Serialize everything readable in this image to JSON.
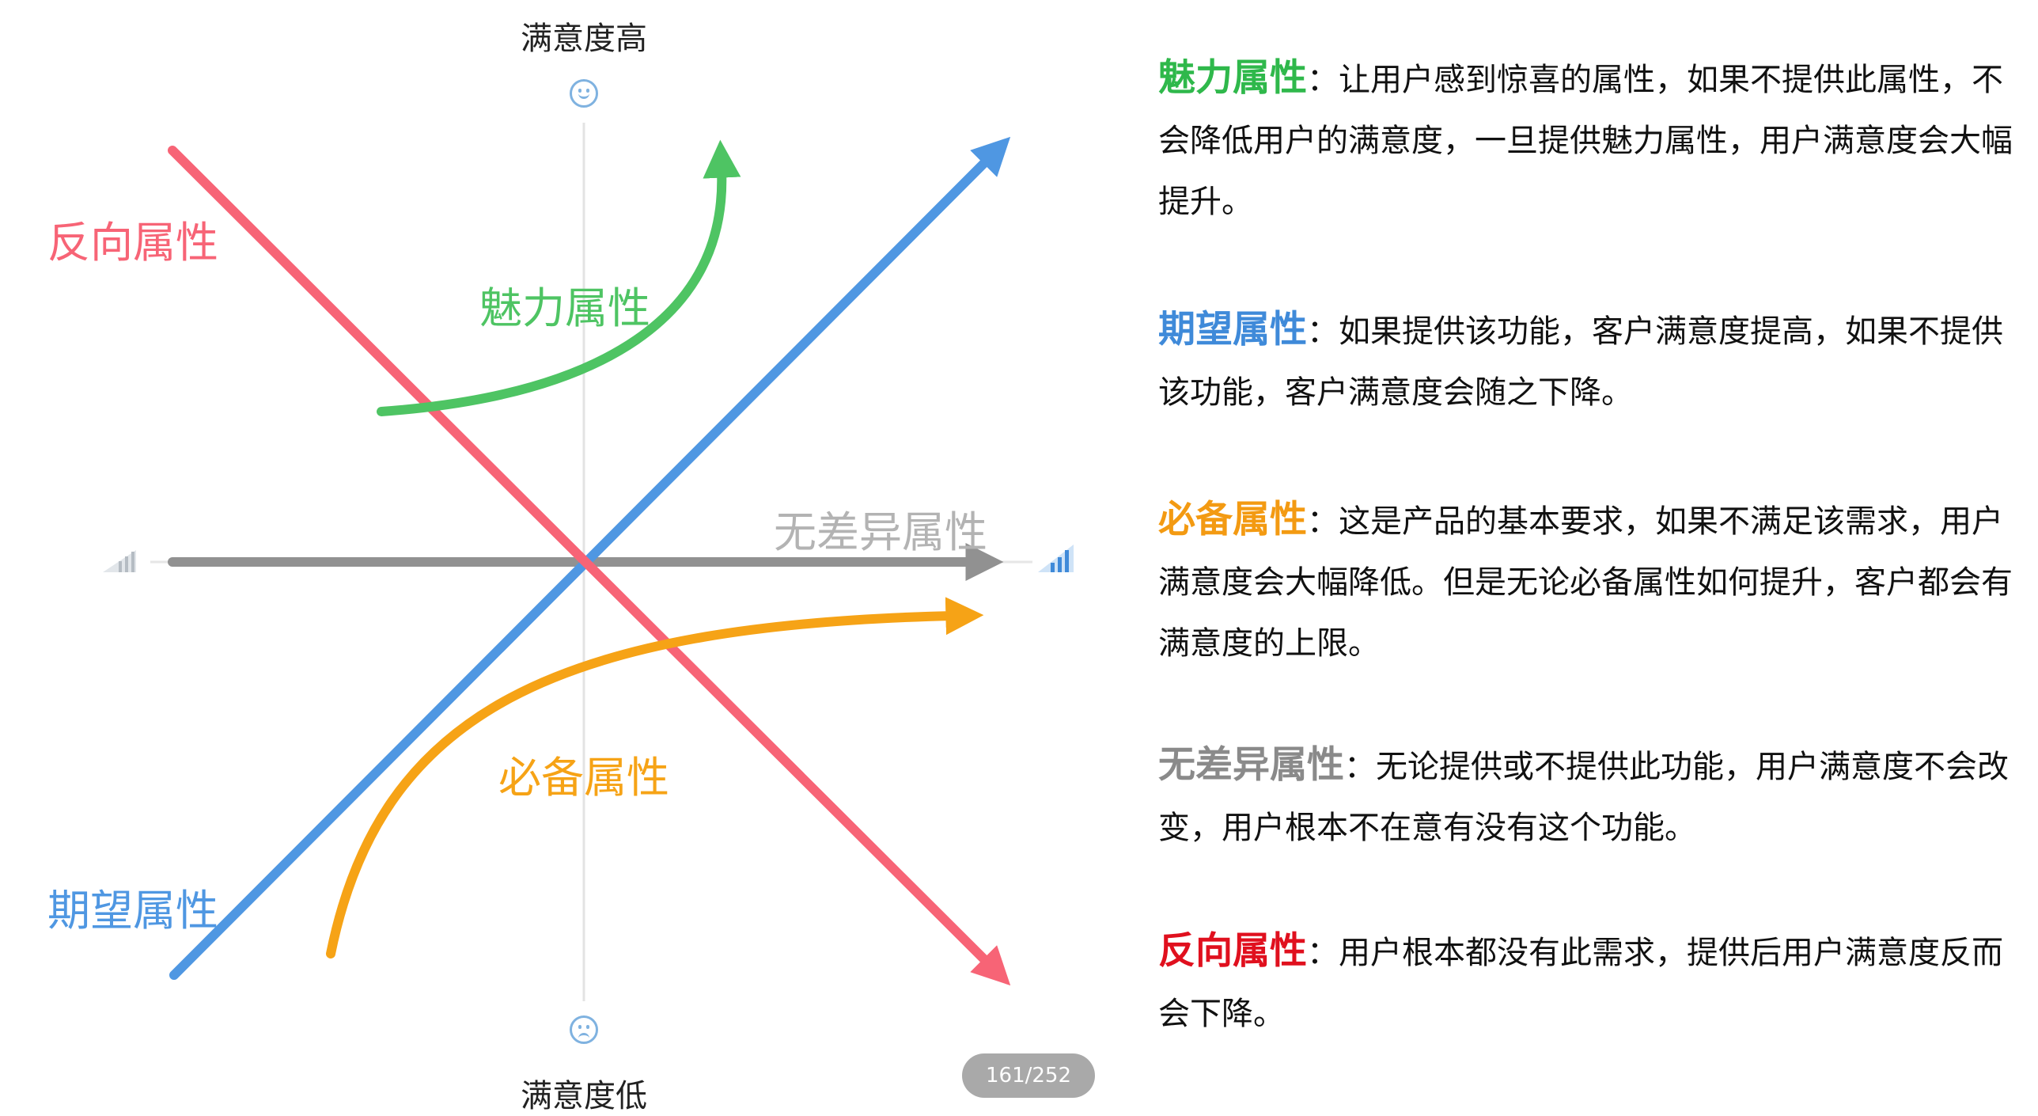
{
  "diagram": {
    "axis_top_label": "满意度高",
    "axis_bottom_label": "满意度低",
    "curve_labels": {
      "reverse": "反向属性",
      "attractive": "魅力属性",
      "indifferent": "无差异属性",
      "must_be": "必备属性",
      "performance": "期望属性"
    },
    "icons": {
      "top": "smile-face-icon",
      "bottom": "sad-face-icon",
      "left": "signal-weak-icon",
      "right": "signal-strong-icon"
    },
    "colors": {
      "reverse": "#f76476",
      "attractive": "#4ec463",
      "indifferent": "#919191",
      "must_be": "#f6a316",
      "performance": "#4f97e2"
    }
  },
  "page_badge": "161/252",
  "descriptions": [
    {
      "title": "魅力属性",
      "title_color": "#2fb84b",
      "text": "：让用户感到惊喜的属性，如果不提供此属性，不会降低用户的满意度，一旦提供魅力属性，用户满意度会大幅提升。"
    },
    {
      "title": "期望属性",
      "title_color": "#3f8ad9",
      "text": "：如果提供该功能，客户满意度提高，如果不提供该功能，客户满意度会随之下降。"
    },
    {
      "title": "必备属性",
      "title_color": "#f39a12",
      "text": "：这是产品的基本要求，如果不满足该需求，用户满意度会大幅降低。但是无论必备属性如何提升，客户都会有满意度的上限。"
    },
    {
      "title": "无差异属性",
      "title_color": "#8a8a8a",
      "text": "：无论提供或不提供此功能，用户满意度不会改变，用户根本不在意有没有这个功能。"
    },
    {
      "title": "反向属性",
      "title_color": "#e0101e",
      "text": "：用户根本都没有此需求，提供后用户满意度反而会下降。"
    }
  ]
}
